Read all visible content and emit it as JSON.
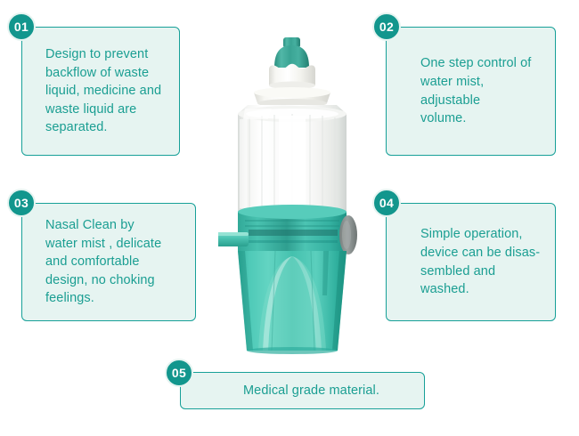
{
  "page": {
    "title": "Nasal Irrigator Feature Infographic",
    "background_color": "#ffffff",
    "accent_color": "#12968d",
    "text_color": "#1a9e92",
    "card_fill_color": "#e6f4f1",
    "card_border_color": "#17a098"
  },
  "features": [
    {
      "number": "01",
      "text": "Design to prevent\nbackflow of waste\nliquid, medicine and\nwaste liquid are\nseparated.",
      "side": "left"
    },
    {
      "number": "02",
      "text": "One step control of\nwater mist, adjustable\nvolume.",
      "side": "right"
    },
    {
      "number": "03",
      "text": "Nasal Clean by\nwater mist , delicate\nand comfortable\ndesign, no choking\nfeelings.",
      "side": "left"
    },
    {
      "number": "04",
      "text": "Simple operation,\ndevice can be disas-\nsembled and washed.",
      "side": "right"
    },
    {
      "number": "05",
      "text": "Medical grade material.",
      "side": "bottom"
    }
  ],
  "product": {
    "name": "nasal-irrigator-bottle",
    "parts": {
      "nozzle_tip": "teal-nozzle-tip",
      "nozzle_collar": "white-nozzle-collar",
      "cap_flange": "white-cap-flange",
      "clear_chamber": "transparent-upper-chamber",
      "liquid_body": "teal-liquid-lower-body",
      "side_spout": "teal-side-spout",
      "control_knob": "grey-control-knob"
    },
    "colors": {
      "liquid": "#3fbfae",
      "liquid_dark": "#1fa894",
      "nozzle": "#3aa898",
      "white_part": "#f2f2ee",
      "clear_part": "#fbfbfb",
      "knob": "#8d9494"
    }
  }
}
